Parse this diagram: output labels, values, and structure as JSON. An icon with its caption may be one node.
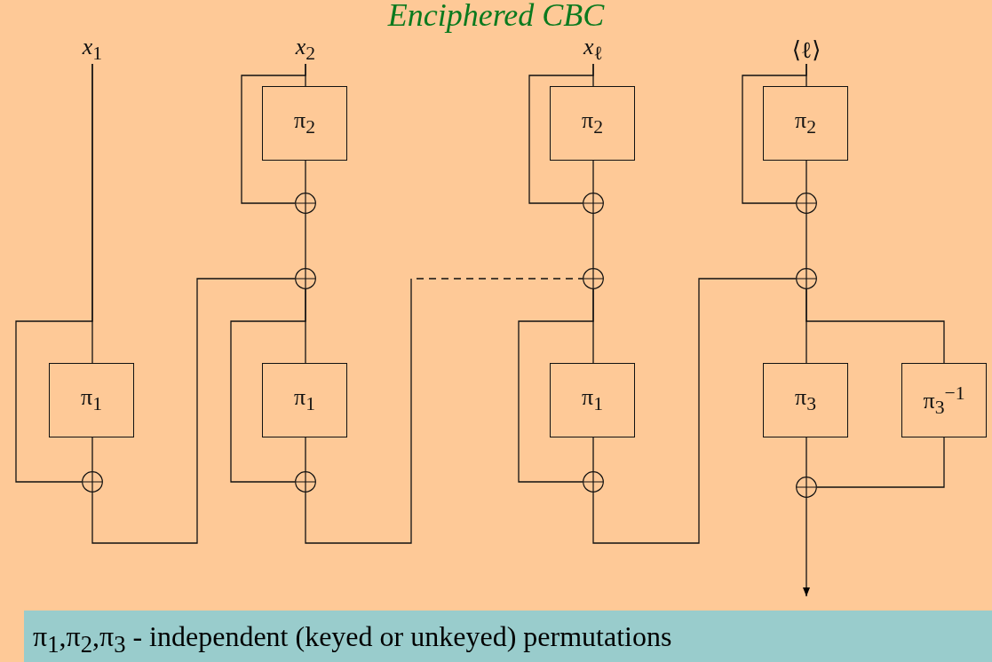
{
  "diagram": {
    "title": "Enciphered CBC",
    "caption": "π$_{1}$,π$_{2}$,π$_{3}$ - independent (keyed or unkeyed) permutations",
    "nodes": [
      {
        "text": [
          "*x*$_{1}$"
        ]
      },
      {
        "text": [
          "π$_{1}$"
        ]
      },
      {
        "text": [],
        "shape": "circle"
      },
      {
        "text": [
          "*x*$_{2}$"
        ]
      },
      {
        "text": [
          "π$_{2}$"
        ]
      },
      {
        "text": [],
        "shape": "circle"
      },
      {
        "text": [],
        "shape": "circle"
      },
      {
        "text": [
          "π$_{1}$"
        ]
      },
      {
        "text": [],
        "shape": "circle"
      },
      {
        "text": [
          "*x*$_{ℓ}$"
        ]
      },
      {
        "text": [
          "π$_{2}$"
        ]
      },
      {
        "text": [],
        "shape": "circle"
      },
      {
        "text": [],
        "shape": "circle"
      },
      {
        "text": [
          "π$_{1}$"
        ]
      },
      {
        "text": [],
        "shape": "circle"
      },
      {
        "text": [
          "⟨ℓ⟩"
        ]
      },
      {
        "text": [
          "π$_{2}$"
        ]
      },
      {
        "text": [],
        "shape": "circle"
      },
      {
        "text": [],
        "shape": "circle"
      },
      {
        "text": [
          "π$_{3}$"
        ]
      },
      {
        "text": [
          "π$_{3}$$^{−1}$"
        ]
      },
      {
        "text": [],
        "shape": "circle"
      }
    ],
    "edges": [
      {
        "from": 0,
        "to": 1,
        "arrow": "none"
      },
      {
        "from": 0,
        "to": 2,
        "arrow": "none"
      },
      {
        "from": 1,
        "to": 2,
        "arrow": "none"
      },
      {
        "from": 2,
        "to": 6,
        "arrow": "none"
      },
      {
        "from": 3,
        "to": 4,
        "arrow": "none"
      },
      {
        "from": 3,
        "to": 5,
        "arrow": "none"
      },
      {
        "from": 4,
        "to": 5,
        "arrow": "none"
      },
      {
        "from": 5,
        "to": 6,
        "arrow": "none"
      },
      {
        "from": 6,
        "to": 7,
        "arrow": "none"
      },
      {
        "from": 6,
        "to": 8,
        "arrow": "none"
      },
      {
        "from": 7,
        "to": 8,
        "arrow": "none"
      },
      {
        "from": 8,
        "to": 12,
        "arrow": "none",
        "style": "dashed"
      },
      {
        "from": 9,
        "to": 10,
        "arrow": "none"
      },
      {
        "from": 9,
        "to": 11,
        "arrow": "none"
      },
      {
        "from": 10,
        "to": 11,
        "arrow": "none"
      },
      {
        "from": 11,
        "to": 12,
        "arrow": "none"
      },
      {
        "from": 12,
        "to": 13,
        "arrow": "none"
      },
      {
        "from": 12,
        "to": 14,
        "arrow": "none"
      },
      {
        "from": 13,
        "to": 14,
        "arrow": "none"
      },
      {
        "from": 14,
        "to": 18,
        "arrow": "none"
      },
      {
        "from": 15,
        "to": 16,
        "arrow": "none"
      },
      {
        "from": 15,
        "to": 17,
        "arrow": "none"
      },
      {
        "from": 16,
        "to": 17,
        "arrow": "none"
      },
      {
        "from": 17,
        "to": 18,
        "arrow": "none"
      },
      {
        "from": 18,
        "to": 19,
        "arrow": "none"
      },
      {
        "from": 18,
        "to": 20,
        "arrow": "none"
      },
      {
        "from": 19,
        "to": 21,
        "arrow": "none"
      },
      {
        "from": 20,
        "to": 21,
        "arrow": "none"
      },
      {
        "from": 21,
        "to": null,
        "arrow": "to"
      }
    ]
  }
}
